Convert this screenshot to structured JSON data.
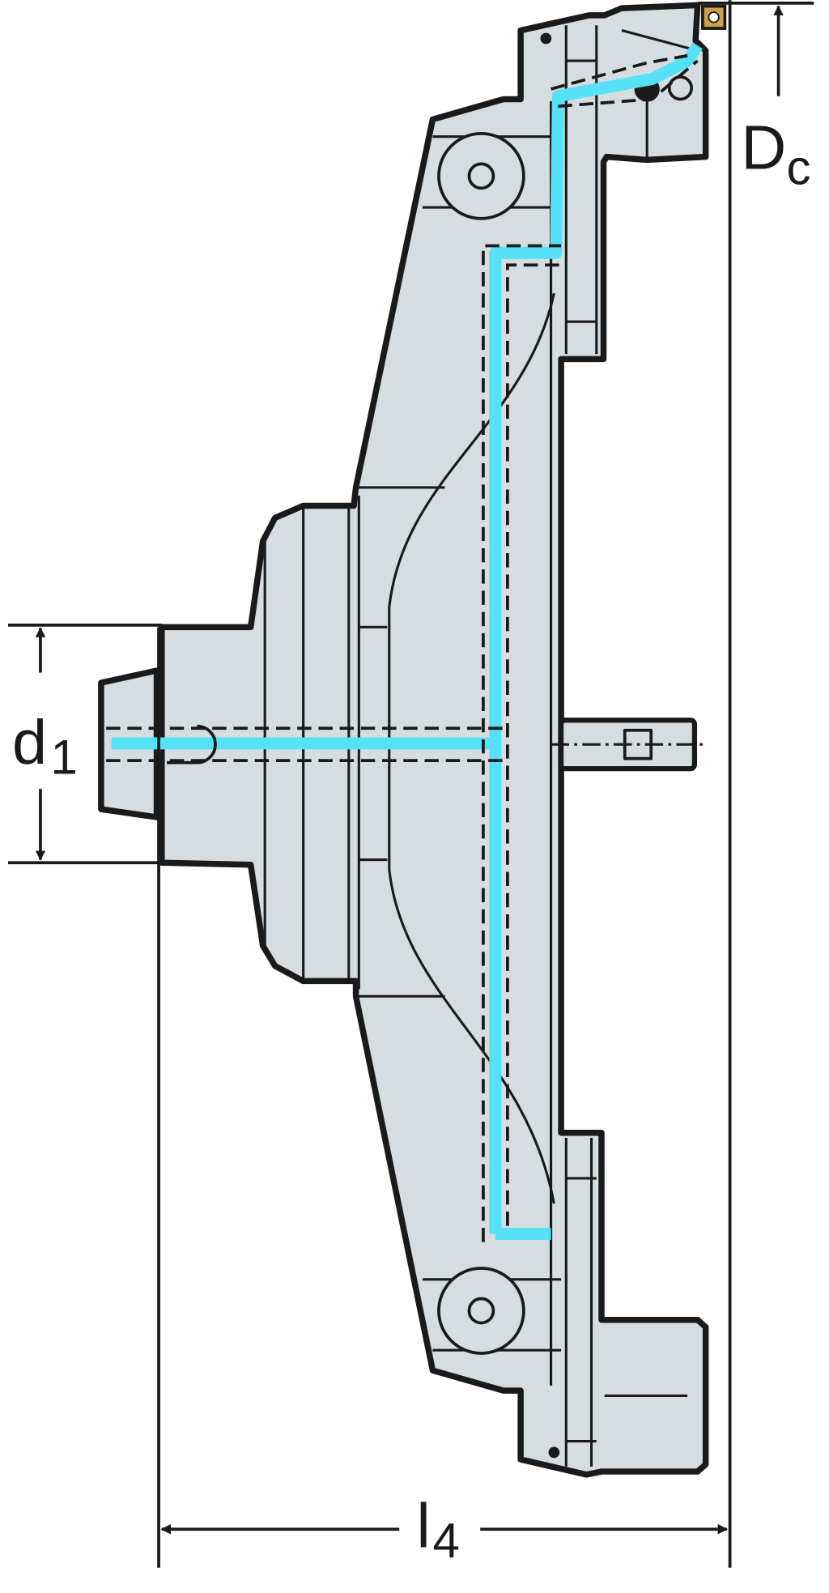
{
  "drawing": {
    "dimensions": [
      {
        "id": "Dc",
        "symbol": "D",
        "subscript": "c"
      },
      {
        "id": "d1",
        "symbol": "d",
        "subscript": "1"
      },
      {
        "id": "l4",
        "symbol": "l",
        "subscript": "4"
      }
    ]
  },
  "colors": {
    "body": "#d6dde0",
    "outline": "#1a1a1a",
    "coolant": "#55e2f6",
    "insert": "#c9a24a"
  }
}
